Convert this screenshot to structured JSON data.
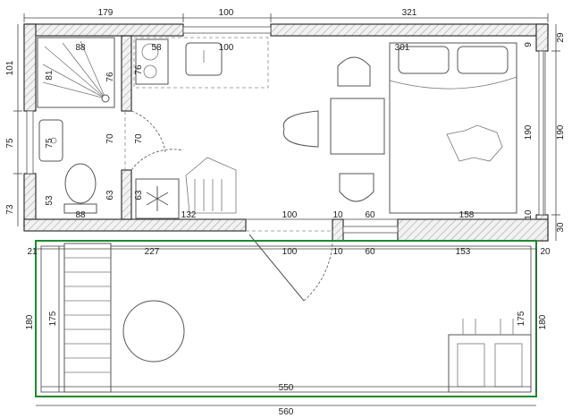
{
  "plan_dimensions": {
    "top_segments": [
      "179",
      "100",
      "321"
    ],
    "left_segments": [
      "101",
      "75",
      "73"
    ],
    "right_segments": [
      "29",
      "190",
      "30"
    ],
    "bathroom_shower_width": "88",
    "shower_depth": "81",
    "shower_partition": "76",
    "kitchen_counter_left": "58",
    "kitchen_counter_width": "100",
    "kitchen_counter_depth": "76",
    "bedroom_width": "301",
    "bedroom_wall_9": "9",
    "bed_length": "190",
    "washbasin": "75",
    "bath_door": "70",
    "kitchen_door": "70",
    "wc_depth": "53",
    "wc_width": "88",
    "bath_lower": "63",
    "fridge_depth": "63",
    "living_width": "132",
    "door_opening_inside": "100",
    "post_inside": "10",
    "window_inside": "60",
    "right_wall_inside": "158",
    "bedroom_wall_10": "10",
    "outer_left_21": "21",
    "outer_227": "227",
    "door_opening_outside": "100",
    "post_outside": "10",
    "window_outside": "60",
    "outer_153": "153",
    "outer_right_20": "20",
    "terrace_height_left": "180",
    "stairs_length": "175",
    "terrace_height_right": "180",
    "grill_depth": "175",
    "terrace_inner_width": "550",
    "total_width": "560"
  }
}
